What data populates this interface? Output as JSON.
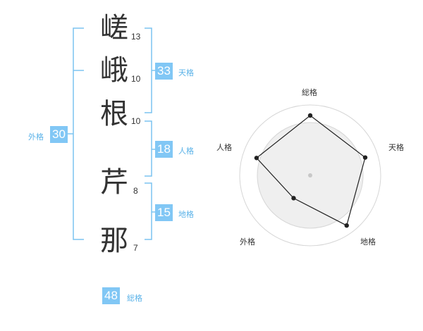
{
  "name": {
    "characters": [
      {
        "char": "嵯",
        "strokes": "13"
      },
      {
        "char": "峨",
        "strokes": "10"
      },
      {
        "char": "根",
        "strokes": "10"
      },
      {
        "char": "芹",
        "strokes": "8"
      },
      {
        "char": "那",
        "strokes": "7"
      }
    ]
  },
  "fortune": {
    "tenkaku": {
      "label": "天格",
      "value": "33"
    },
    "jinkaku": {
      "label": "人格",
      "value": "18"
    },
    "chikaku": {
      "label": "地格",
      "value": "15"
    },
    "gaikaku": {
      "label": "外格",
      "value": "30"
    },
    "soukaku": {
      "label": "総格",
      "value": "48"
    }
  },
  "radar": {
    "axes": [
      "総格",
      "天格",
      "地格",
      "外格",
      "人格"
    ],
    "ring_count": 4,
    "values": [
      0.85,
      0.82,
      0.88,
      0.4,
      0.8
    ],
    "line_color": "#222222",
    "fill_color": "#efefef",
    "ring_color": "#d6d6d6"
  },
  "colors": {
    "bracket": "#7cc4f0",
    "badge": "#81c7f5",
    "tag_text": "#5ab2e8"
  }
}
